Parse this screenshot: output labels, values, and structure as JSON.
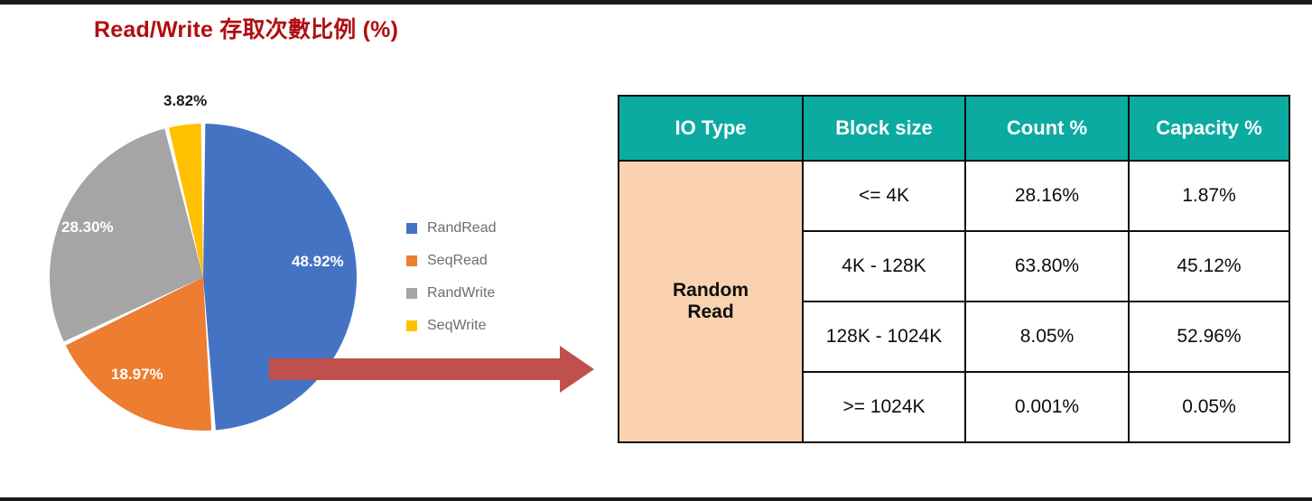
{
  "title": "Read/Write 存取次數比例 (%)",
  "chart_data": {
    "type": "pie",
    "title": "Read/Write 存取次數比例 (%)",
    "categories": [
      "RandRead",
      "SeqRead",
      "RandWrite",
      "SeqWrite"
    ],
    "values": [
      48.92,
      18.97,
      28.3,
      3.82
    ],
    "labels": [
      "48.92%",
      "18.97%",
      "28.30%",
      "3.82%"
    ],
    "colors": [
      "#4573C4",
      "#ED7D31",
      "#A5A5A5",
      "#FFC000"
    ],
    "legend_position": "right",
    "grid": false,
    "units": "%"
  },
  "legend": {
    "items": [
      {
        "label": "RandRead",
        "color": "#4573C4"
      },
      {
        "label": "SeqRead",
        "color": "#ED7D31"
      },
      {
        "label": "RandWrite",
        "color": "#A5A5A5"
      },
      {
        "label": "SeqWrite",
        "color": "#FFC000"
      }
    ]
  },
  "slice_labels": [
    {
      "text": "3.82%",
      "style": "outside"
    },
    {
      "text": "28.30%",
      "style": "on-slice"
    },
    {
      "text": "48.92%",
      "style": "on-slice"
    },
    {
      "text": "18.97%",
      "style": "on-slice"
    }
  ],
  "arrow": {
    "name": "right-arrow",
    "color": "#C0504D"
  },
  "table": {
    "headers": [
      "IO Type",
      "Block size",
      "Count %",
      "Capacity %"
    ],
    "header_color": "#0CABA1",
    "io_type_color": "#FBD2AF",
    "io_type": "Random\nRead",
    "io_type_line1": "Random",
    "io_type_line2": "Read",
    "rows": [
      {
        "block_size": "<= 4K",
        "count_pct": "28.16%",
        "capacity_pct": "1.87%"
      },
      {
        "block_size": "4K - 128K",
        "count_pct": "63.80%",
        "capacity_pct": "45.12%"
      },
      {
        "block_size": "128K - 1024K",
        "count_pct": "8.05%",
        "capacity_pct": "52.96%"
      },
      {
        "block_size": ">= 1024K",
        "count_pct": "0.001%",
        "capacity_pct": "0.05%"
      }
    ]
  }
}
